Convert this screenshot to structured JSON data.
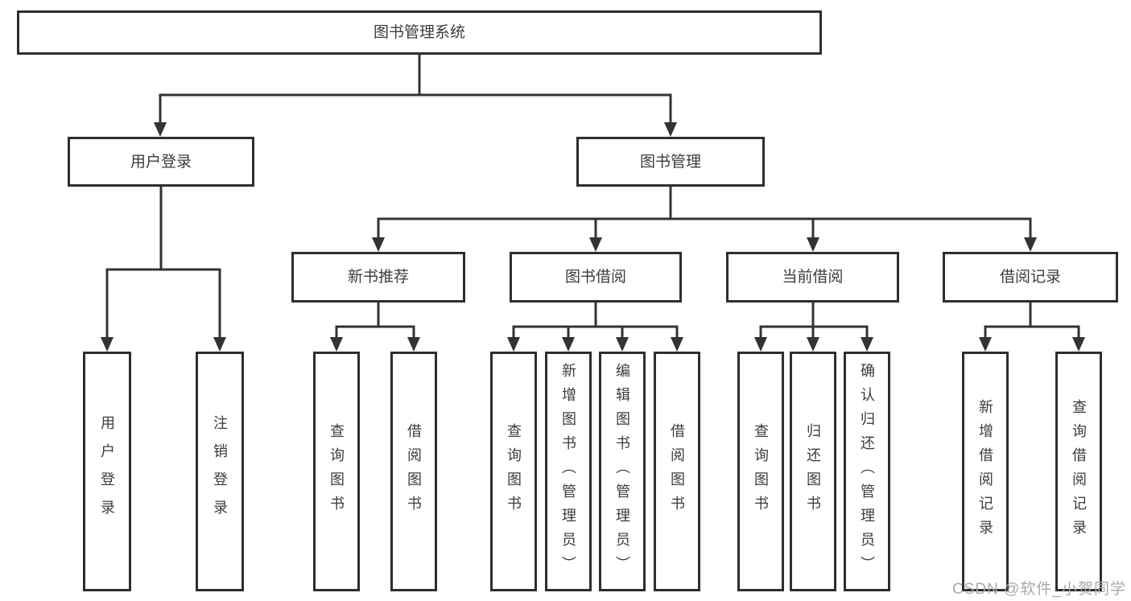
{
  "watermark": "CSDN @软件_小贺同学",
  "colors": {
    "line": "#333333",
    "box_border": "#2e2e2e",
    "box_background": "#ffffff",
    "text": "#3c3c3c",
    "watermark_text": "#a9a9ad"
  },
  "tree": {
    "root": "图书管理系统",
    "children": [
      {
        "label": "用户登录",
        "children": [
          {
            "label": "用户登录"
          },
          {
            "label": "注销登录"
          }
        ]
      },
      {
        "label": "图书管理",
        "children": [
          {
            "label": "新书推荐",
            "children": [
              {
                "label": "查询图书"
              },
              {
                "label": "借阅图书"
              }
            ]
          },
          {
            "label": "图书借阅",
            "children": [
              {
                "label": "查询图书"
              },
              {
                "label": "新增图书（管理员）"
              },
              {
                "label": "编辑图书（管理员）"
              },
              {
                "label": "借阅图书"
              }
            ]
          },
          {
            "label": "当前借阅",
            "children": [
              {
                "label": "查询图书"
              },
              {
                "label": "归还图书"
              },
              {
                "label": "确认归还（管理员）"
              }
            ]
          },
          {
            "label": "借阅记录",
            "children": [
              {
                "label": "新增借阅记录"
              },
              {
                "label": "查询借阅记录"
              }
            ]
          }
        ]
      }
    ]
  }
}
